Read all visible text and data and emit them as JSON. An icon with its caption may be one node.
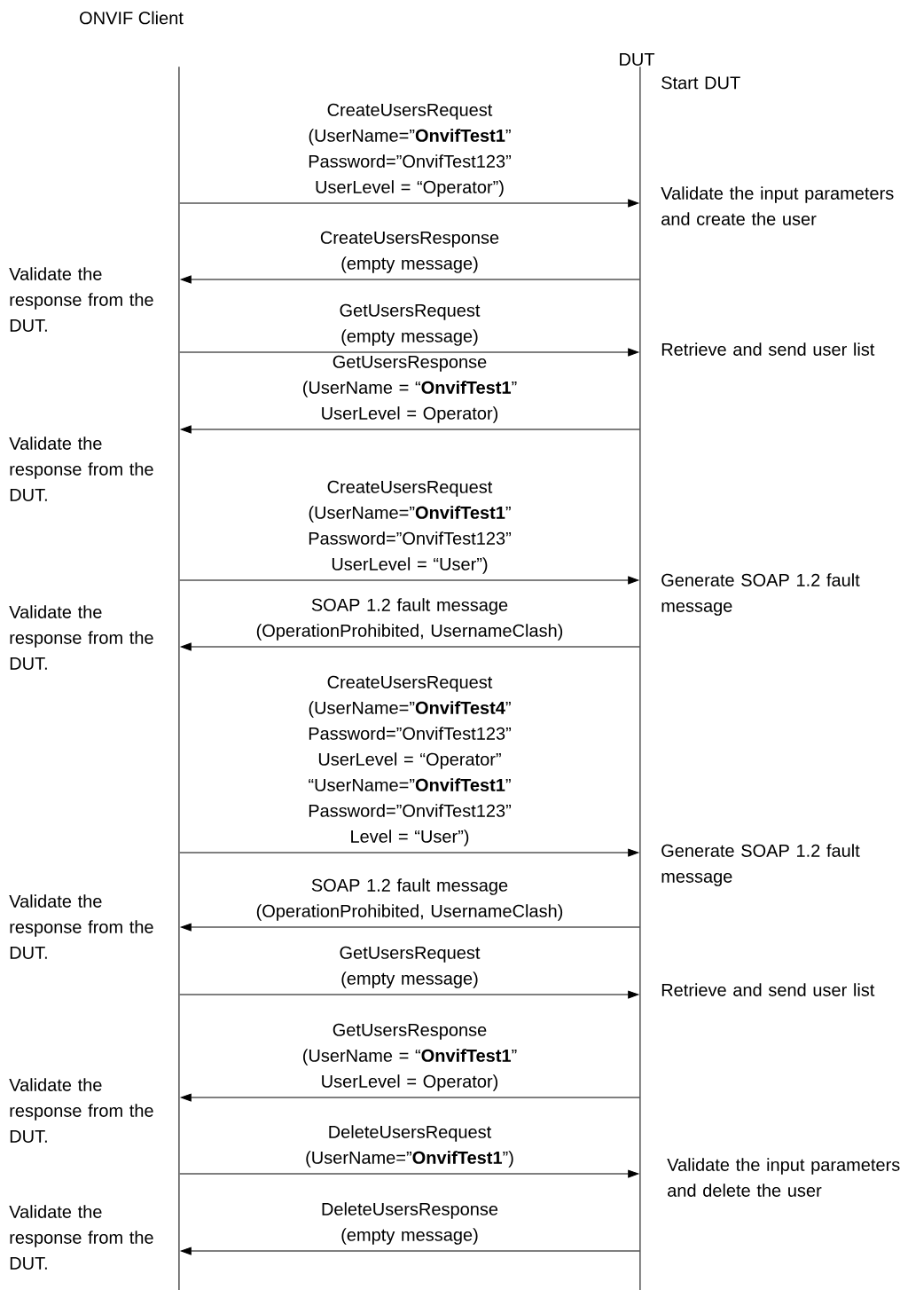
{
  "diagram": {
    "nodes": [
      {
        "text": [],
        "shape": "bar",
        "beside": [
          "ONVIF Client"
        ]
      },
      {
        "text": [],
        "shape": "bar",
        "beside": [
          "DUT"
        ]
      }
    ],
    "edges": [
      {
        "from": 0,
        "to": 1,
        "arrow": "to",
        "label": "CreateUsersRequest (UserName=”**OnvifTest1**” Password=”OnvifTest123” UserLevel = “Operator”)"
      },
      {
        "from": 1,
        "to": 0,
        "arrow": "to",
        "label": "CreateUsersResponse (empty message)"
      },
      {
        "from": 0,
        "to": 1,
        "arrow": "to",
        "label": "GetUsersRequest (empty message)"
      },
      {
        "from": 1,
        "to": 0,
        "arrow": "to",
        "label": "GetUsersResponse (UserName = “**OnvifTest1**” UserLevel = Operator)"
      },
      {
        "from": 0,
        "to": 1,
        "arrow": "to",
        "label": "CreateUsersRequest (UserName=”**OnvifTest1**” Password=”OnvifTest123” UserLevel = “User”)"
      },
      {
        "from": 1,
        "to": 0,
        "arrow": "to",
        "label": "SOAP 1.2 fault message (OperationProhibited, UsernameClash)"
      },
      {
        "from": 0,
        "to": 1,
        "arrow": "to",
        "label": "CreateUsersRequest (UserName=”**OnvifTest4**” Password=”OnvifTest123” UserLevel = “Operator” “UserName=”**OnvifTest1**” Password=”OnvifTest123” Level = “User”)"
      },
      {
        "from": 1,
        "to": 0,
        "arrow": "to",
        "label": "SOAP 1.2 fault message (OperationProhibited, UsernameClash)"
      },
      {
        "from": 0,
        "to": 1,
        "arrow": "to",
        "label": "GetUsersRequest (empty message)"
      },
      {
        "from": 1,
        "to": 0,
        "arrow": "to",
        "label": "GetUsersResponse (UserName = “**OnvifTest1**” UserLevel = Operator)"
      },
      {
        "from": 0,
        "to": 1,
        "arrow": "to",
        "label": "DeleteUsersRequest (UserName=”**OnvifTest1**”)"
      },
      {
        "from": 1,
        "to": 0,
        "arrow": "to",
        "label": "DeleteUsersResponse (empty message)"
      }
    ],
    "labels": [
      "Start DUT",
      "Validate the input parameters and create the user",
      "Validate the response from the DUT.",
      "Retrieve and send user list",
      "Validate the response from the DUT.",
      "Generate SOAP 1.2 fault message",
      "Validate the response from the DUT.",
      "Generate SOAP 1.2 fault message",
      "Validate the response from the DUT.",
      "Retrieve and send user list",
      "Validate the response from the DUT.",
      "Validate the input parameters and delete the user",
      "Validate the response from the DUT."
    ]
  }
}
